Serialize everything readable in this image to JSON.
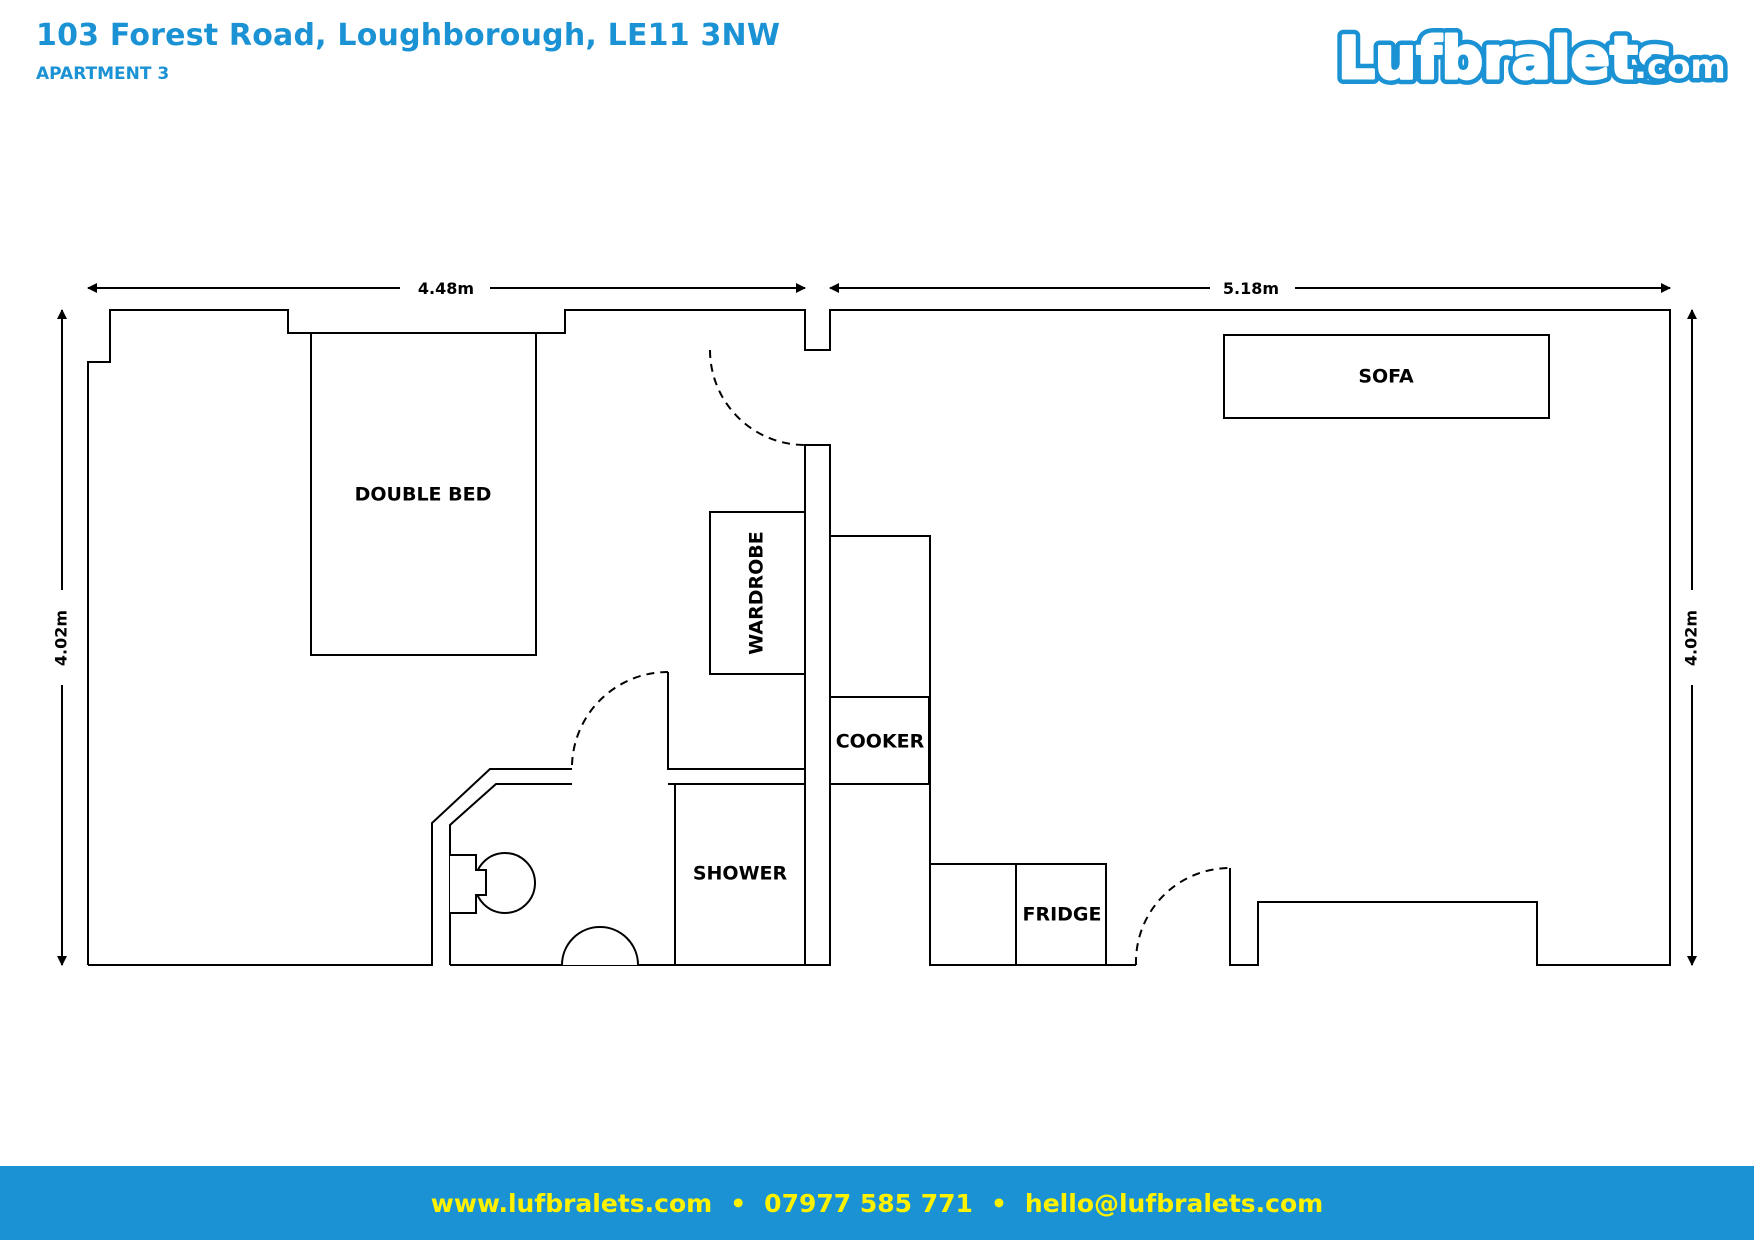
{
  "header": {
    "address": "103 Forest Road, Loughborough, LE11 3NW",
    "apartment": "APARTMENT 3"
  },
  "logo": {
    "text": "Lufbralets",
    "suffix": ".com",
    "fill_color": "#1a92d4",
    "outline_color": "#ffffff"
  },
  "dimensions": {
    "left_width": "4.48m",
    "right_width": "5.18m",
    "left_height": "4.02m",
    "right_height": "4.02m"
  },
  "rooms": {
    "double_bed": "DOUBLE BED",
    "wardrobe": "WARDROBE",
    "sofa": "SOFA",
    "cooker": "COOKER",
    "shower": "SHOWER",
    "fridge": "FRIDGE"
  },
  "footer": {
    "website": "www.lufbralets.com",
    "separator": "•",
    "phone": "07977 585 771",
    "email": "hello@lufbralets.com",
    "bar_color": "#1a92d4",
    "text_color": "#fff200"
  }
}
